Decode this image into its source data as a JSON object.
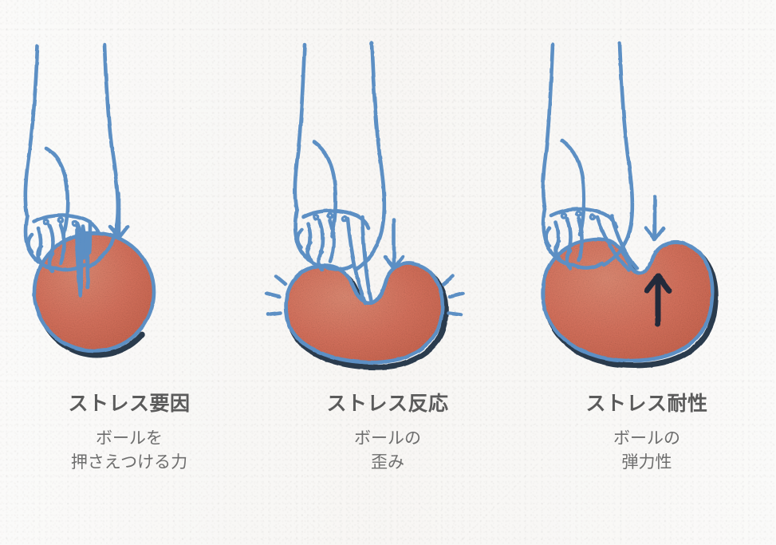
{
  "figure": {
    "background_color": "#f8f7f5",
    "accent_blue": "#5b8fc4",
    "ball_fill": "#d9745f",
    "ball_shadow": "#2c3a4e",
    "title_color": "#5b5b5b",
    "subtitle_color": "#6e6e6e",
    "panels": [
      {
        "id": "stress-factor",
        "title": "ストレス要因",
        "subtitle_lines": [
          "ボールを",
          "押さえつける力"
        ],
        "illustration": "hand-pressing-round-ball",
        "ball_state": "round-undeformed",
        "arrow": {
          "name": "down-arrow",
          "direction": "down",
          "color": "#5b8fc4"
        },
        "impact_lines": false
      },
      {
        "id": "stress-response",
        "title": "ストレス反応",
        "subtitle_lines": [
          "ボールの",
          "歪み"
        ],
        "illustration": "hand-pressing-dented-ball",
        "ball_state": "squashed-deformed",
        "arrow": {
          "name": "down-arrow",
          "direction": "down",
          "color": "#5b8fc4"
        },
        "impact_lines": true
      },
      {
        "id": "stress-tolerance",
        "title": "ストレス耐性",
        "subtitle_lines": [
          "ボールの",
          "弾力性"
        ],
        "illustration": "hand-pressing-resilient-ball",
        "ball_state": "dented-rebounding",
        "arrow": {
          "name": "down-arrow",
          "direction": "down",
          "color": "#5b8fc4"
        },
        "rebound_arrow": {
          "name": "up-arrow",
          "direction": "up",
          "color": "#23293a"
        },
        "impact_lines": false
      }
    ]
  }
}
